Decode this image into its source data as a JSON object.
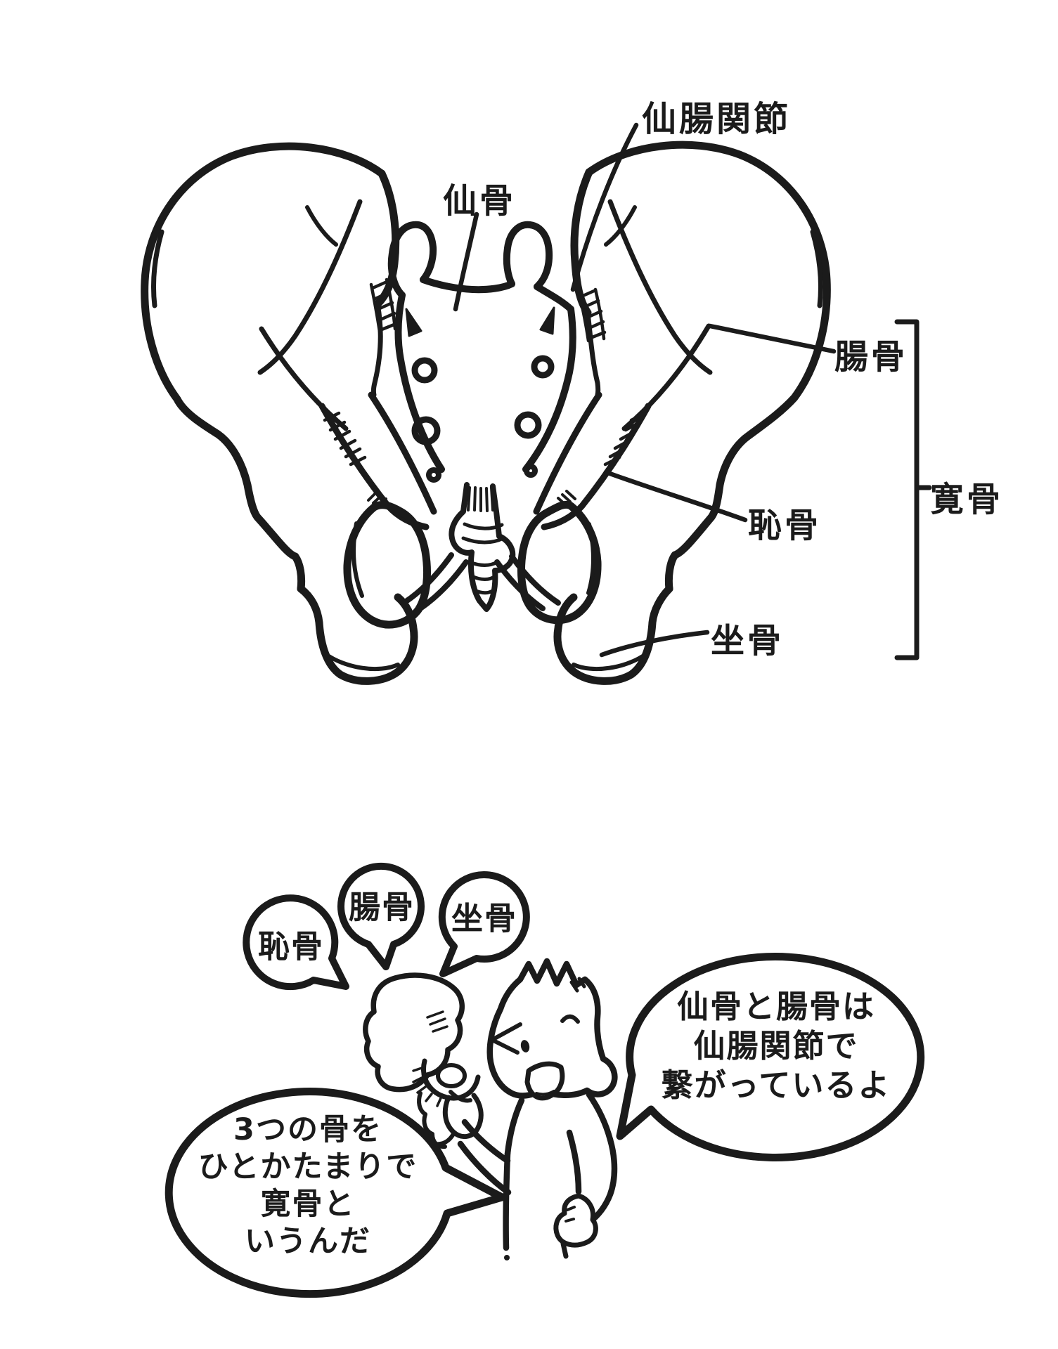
{
  "page": {
    "background": "#ffffff",
    "ink": "#1b1b1b"
  },
  "diagram": {
    "labels": {
      "sacroiliac_joint": "仙腸関節",
      "sacrum": "仙骨",
      "ilium": "腸骨",
      "hip_bone": "寛骨",
      "pubis": "恥骨",
      "ischium": "坐骨"
    }
  },
  "cartoon": {
    "mini_bubbles": {
      "pubis": "恥骨",
      "ilium": "腸骨",
      "ischium": "坐骨"
    },
    "speech_right": {
      "lines": [
        "仙骨と腸骨は",
        "仙腸関節で",
        "繋がっているよ"
      ]
    },
    "speech_left": {
      "lines": [
        "3つの骨を",
        "ひとかたまりで",
        "寛骨と",
        "いうんだ"
      ]
    }
  }
}
